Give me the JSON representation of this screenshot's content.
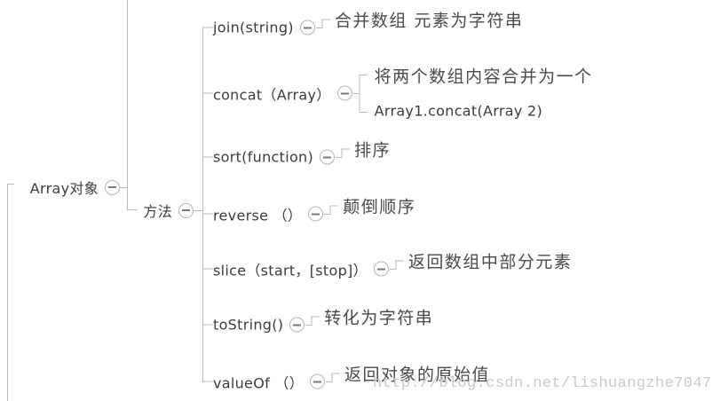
{
  "colors": {
    "background": "#ffffff",
    "node_text": "#3b3b3b",
    "annotation_text": "#4a4a4a",
    "connector_line": "#b9b9b9",
    "collapse_circle_border": "#b5b5b5",
    "collapse_minus": "#7a7a7a",
    "watermark_text": "#c9c9c9"
  },
  "root": {
    "label": "Array对象"
  },
  "branch": {
    "label": "方法"
  },
  "methods": [
    {
      "label": "join(string)",
      "desc_lines": [
        "合并数组 元素为字符串"
      ]
    },
    {
      "label": "concat（Array）",
      "desc_lines": [
        "将两个数组内容合并为一个",
        "Array1.concat(Array 2)"
      ]
    },
    {
      "label": "sort(function)",
      "desc_lines": [
        "排序"
      ]
    },
    {
      "label": "reverse （）",
      "desc_lines": [
        "颠倒顺序"
      ]
    },
    {
      "label": "slice（start，[stop]）",
      "desc_lines": [
        "返回数组中部分元素"
      ]
    },
    {
      "label": "toString()",
      "desc_lines": [
        "转化为字符串"
      ]
    },
    {
      "label": "valueOf （）",
      "desc_lines": [
        "返回对象的原始值"
      ]
    }
  ],
  "icons": {
    "collapse": "minus-in-circle"
  },
  "watermark": {
    "text": "http://blog.csdn.net/lishuangzhe7047"
  }
}
